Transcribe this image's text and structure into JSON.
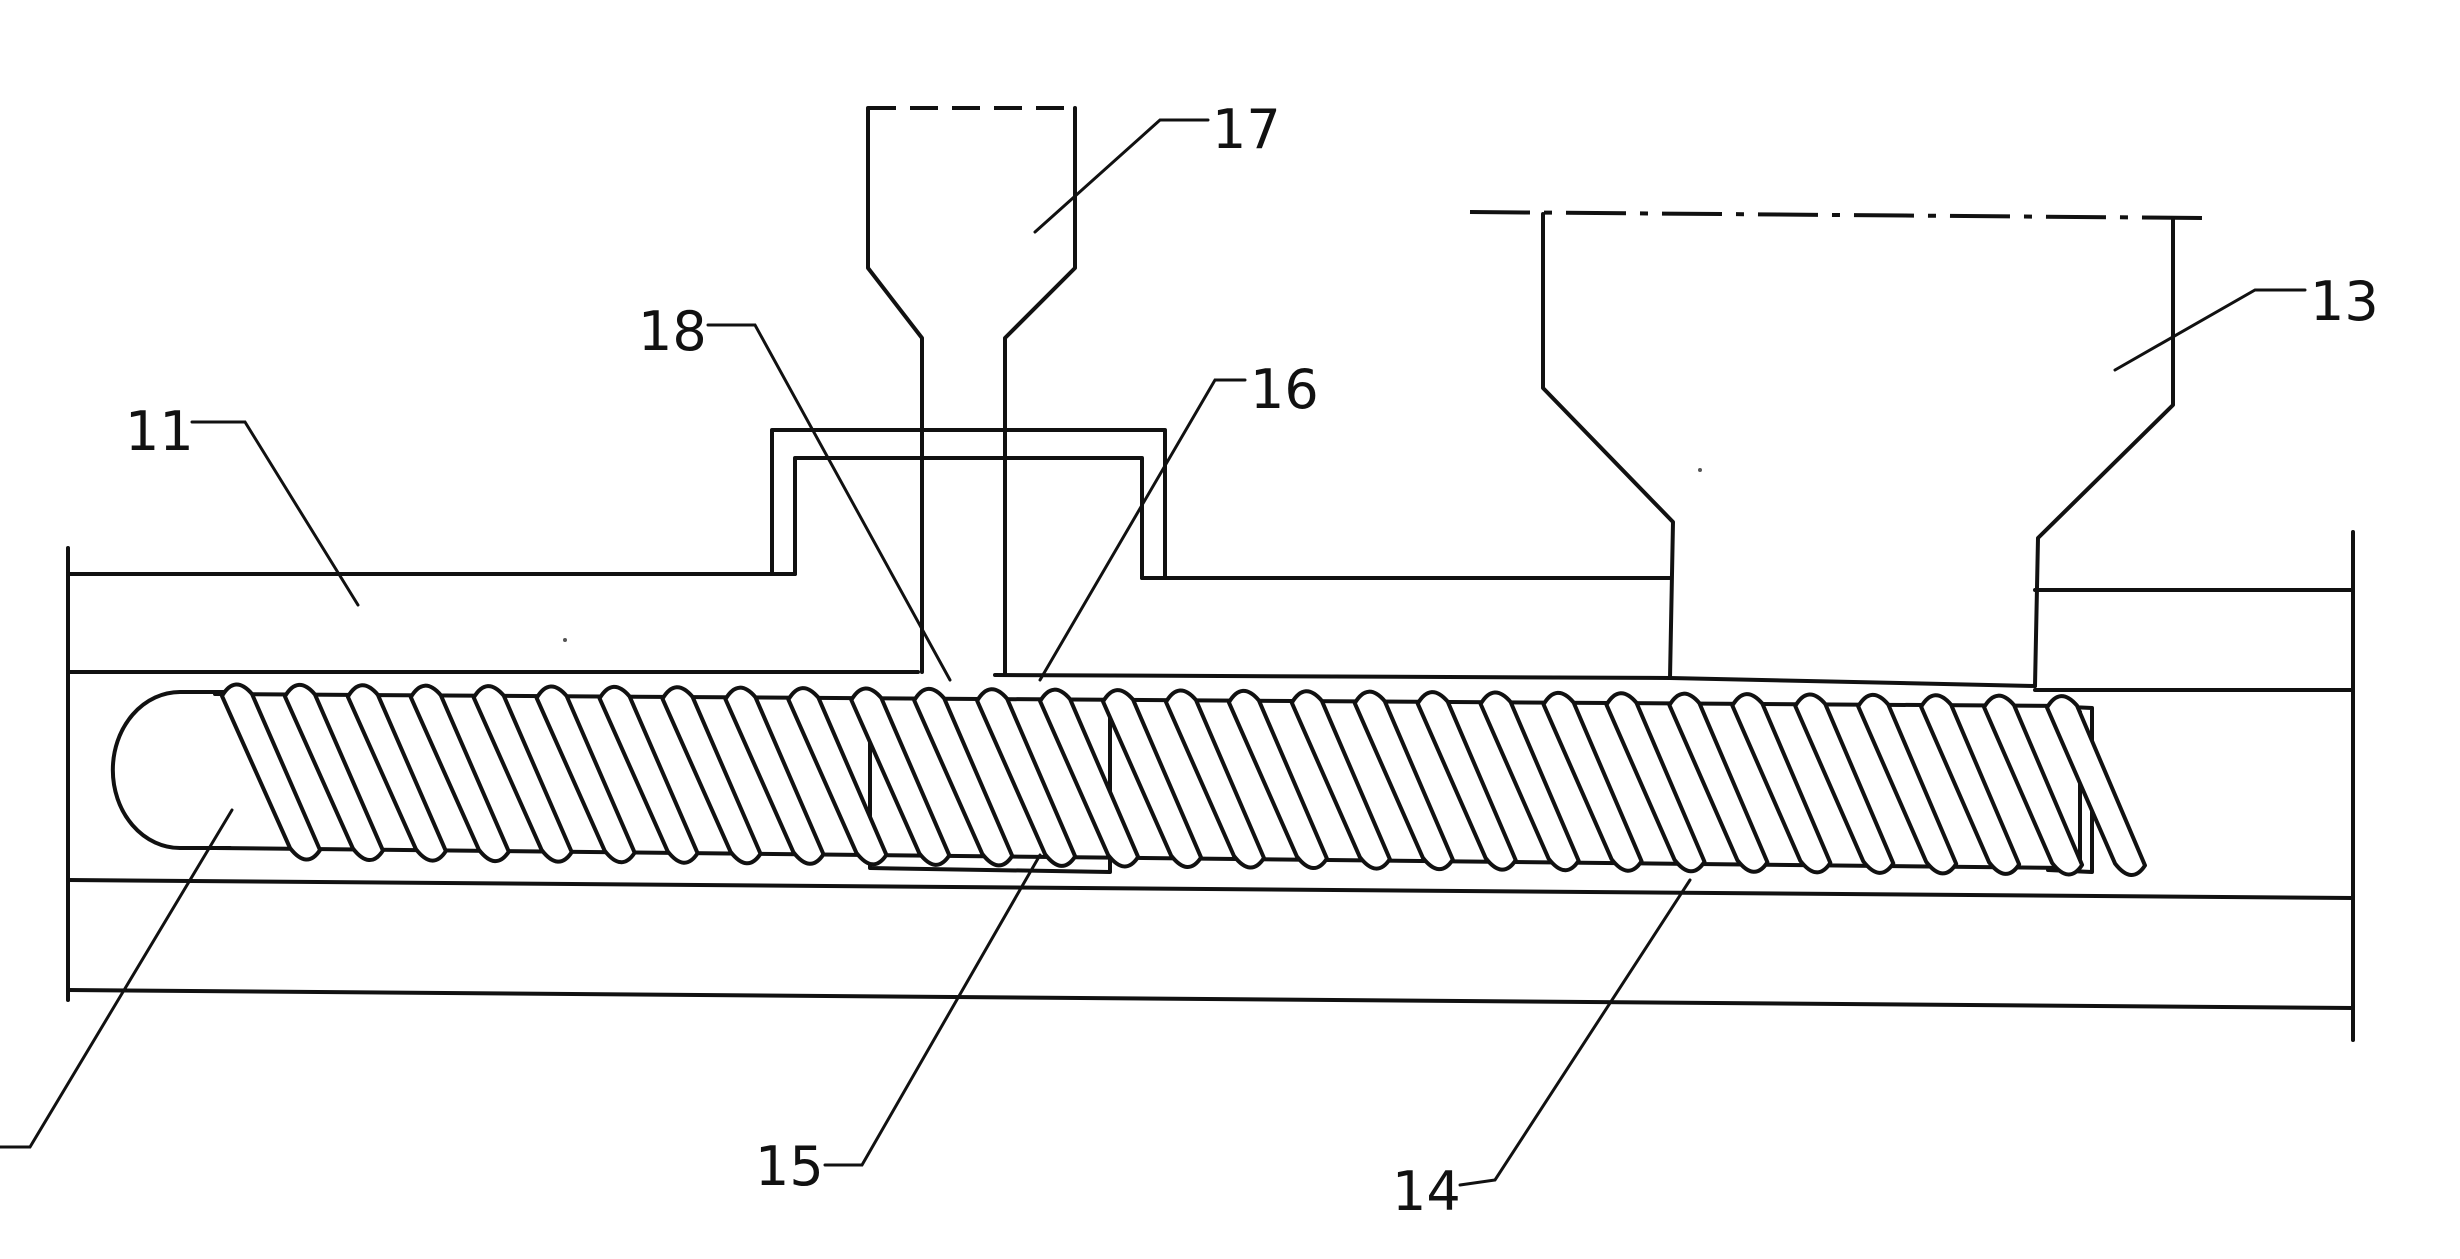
{
  "figure": {
    "labels": {
      "barrel": "11",
      "hopper": "13",
      "screw": "14",
      "mixing_section": "15",
      "port": "16",
      "feeder": "17",
      "passage": "18"
    }
  }
}
